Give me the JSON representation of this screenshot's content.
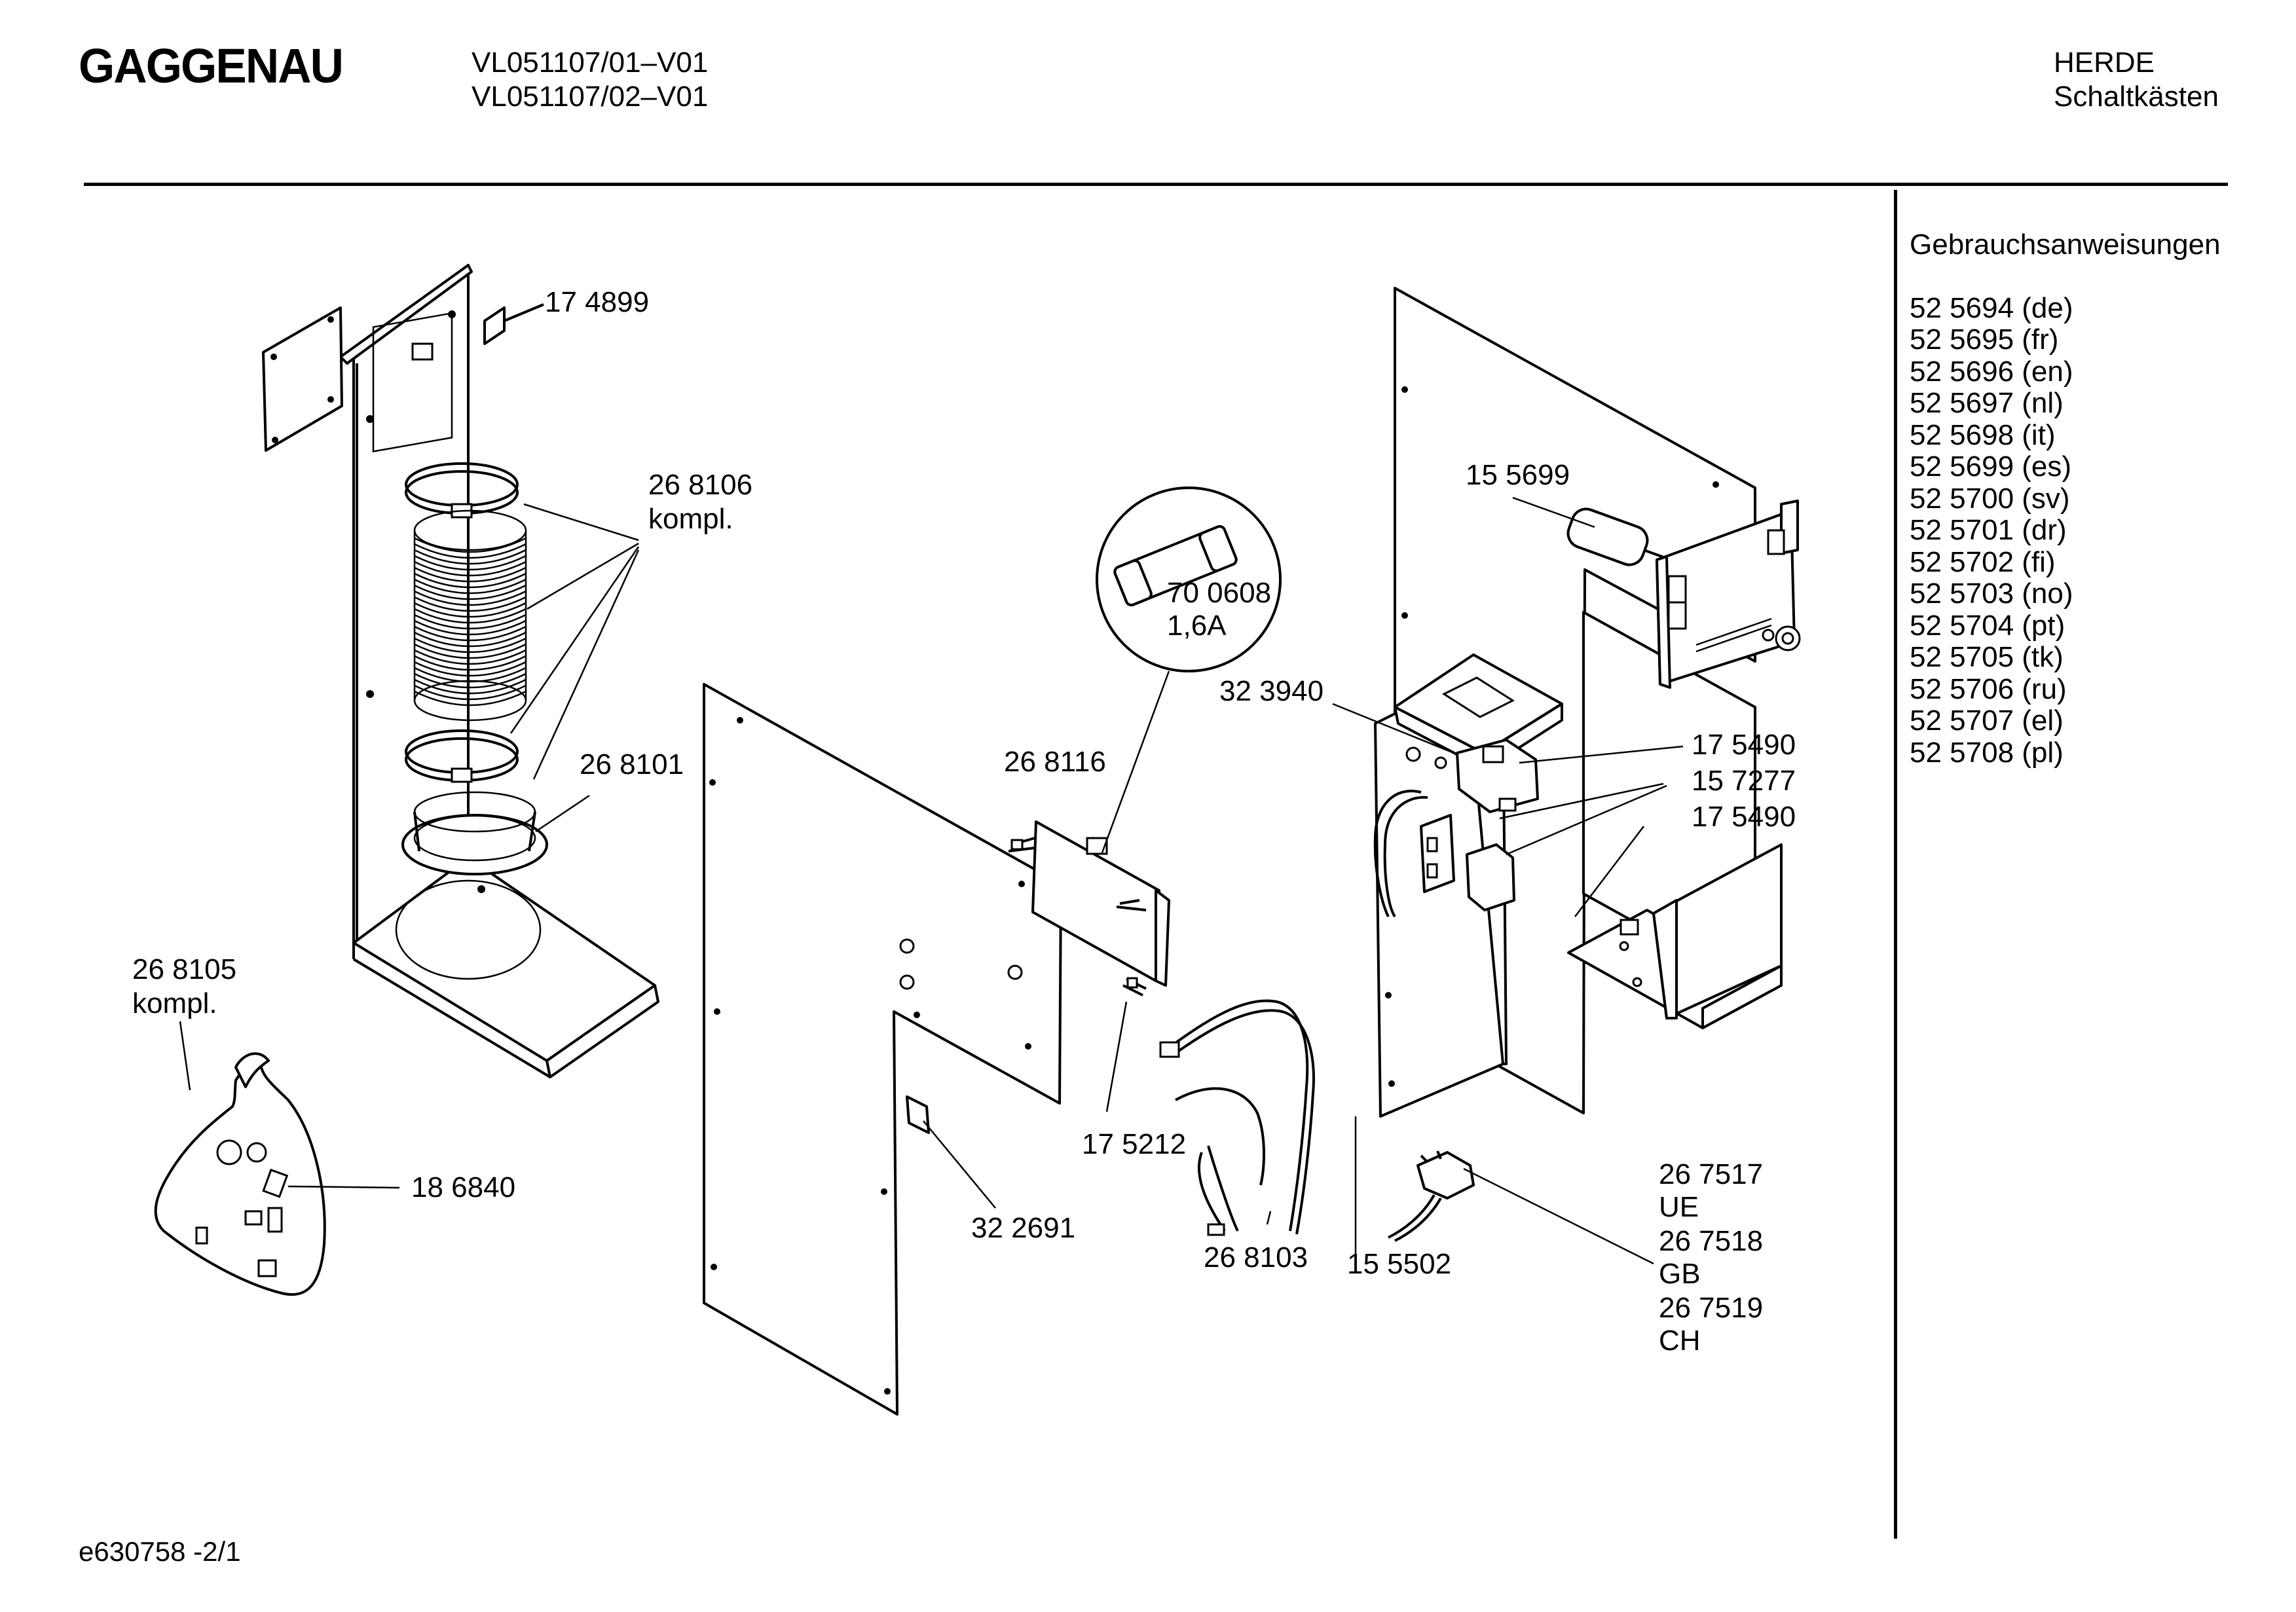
{
  "header": {
    "brand": "GAGGENAU",
    "models": [
      "VL051107/01–V01",
      "VL051107/02–V01"
    ],
    "category": [
      "HERDE",
      "Schaltkästen"
    ]
  },
  "manuals": {
    "title": "Gebrauchsanweisungen",
    "items": [
      "52 5694 (de)",
      "52 5695 (fr)",
      "52 5696 (en)",
      "52 5697 (nl)",
      "52 5698 (it)",
      "52 5699 (es)",
      "52 5700 (sv)",
      "52 5701 (dr)",
      "52 5702 (fi)",
      "52 5703 (no)",
      "52 5704 (pt)",
      "52 5705 (tk)",
      "52 5706 (ru)",
      "52 5707 (el)",
      "52 5708 (pl)"
    ]
  },
  "parts": {
    "p174899": "17 4899",
    "p268106": [
      "26 8106",
      "kompl."
    ],
    "p268101": "26 8101",
    "p268105": [
      "26 8105",
      "kompl."
    ],
    "p186840": "18 6840",
    "p700608": [
      "70 0608",
      "1,6A"
    ],
    "p268116": "26 8116",
    "p175212": "17 5212",
    "p322691": "32 2691",
    "p268103": "26 8103",
    "p155502": "15 5502",
    "p155699": "15 5699",
    "p323940": "32 3940",
    "p175490a": "17 5490",
    "p157277": "15 7277",
    "p175490b": "17 5490",
    "p267517": [
      "26 7517",
      "UE",
      "26 7518",
      "GB",
      "26 7519",
      "CH"
    ]
  },
  "footer": {
    "docref": "e630758 -2/1"
  }
}
